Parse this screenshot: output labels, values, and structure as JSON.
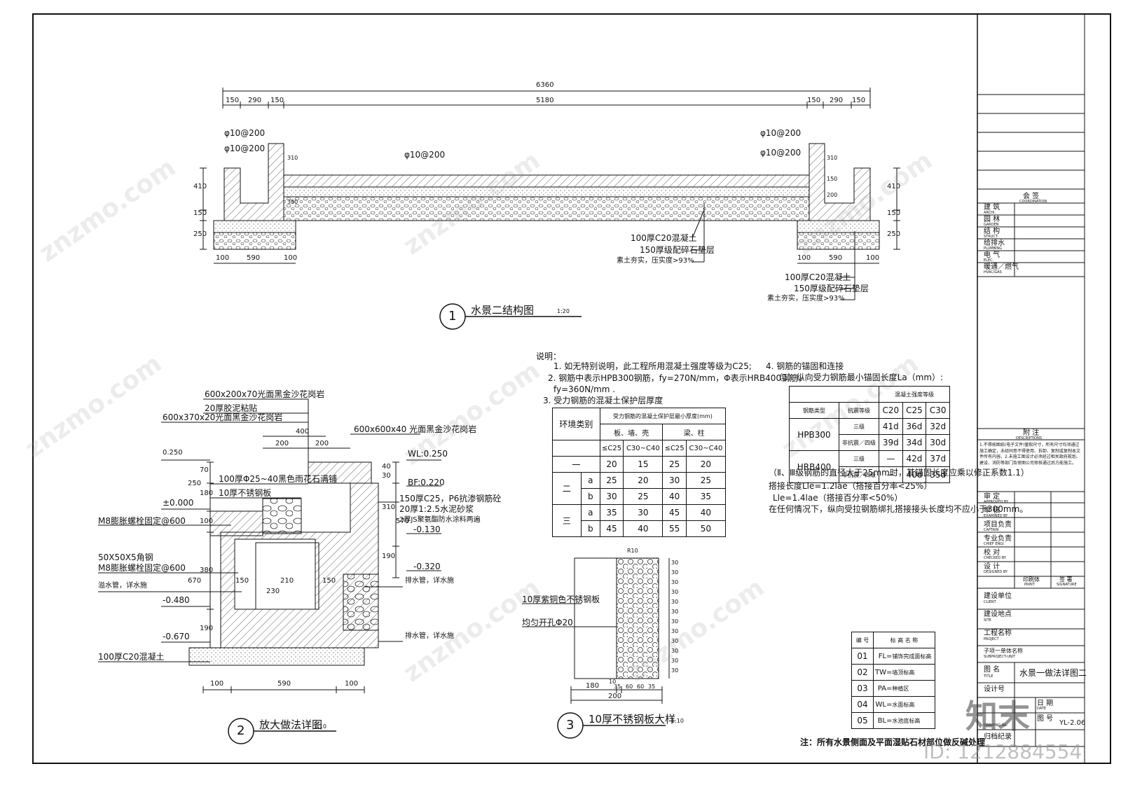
{
  "detail1": {
    "dims_top_total": "6360",
    "dims_top": [
      "150",
      "290",
      "150",
      "5180",
      "150",
      "290",
      "150"
    ],
    "rebar_labels": [
      "φ10@200",
      "φ10@200",
      "φ10@200",
      "φ10@200",
      "φ10@200"
    ],
    "left_vert_dims": [
      "410",
      "150",
      "250"
    ],
    "right_vert_dims": [
      "410",
      "150",
      "250"
    ],
    "inner_dims": [
      "310",
      "150",
      "200",
      "350"
    ],
    "bottom_dims_left": [
      "100",
      "590",
      "100"
    ],
    "bottom_dims_right": [
      "100",
      "590",
      "100"
    ],
    "layers": [
      "100厚C20混凝土",
      "150厚级配碎石垫层",
      "素土夯实，压实度>93%"
    ],
    "number": "1",
    "title": "水景二结构图",
    "scale": "1:20"
  },
  "notes": {
    "heading": "说明：",
    "lines": [
      "1. 如无特别说明，此工程所用混凝土强度等级为C25;",
      "2. 钢筋中表示HPB300钢筋，fy=270N/mm，Φ表示HRB400钢筋，",
      "fy=360N/mm .",
      "3. 受力钢筋的混凝土保护层厚度"
    ],
    "cover_table": {
      "caption": "受力钢筋的混凝土保护层最小厚度(mm)",
      "col_env": "环境类别",
      "group1": "板、墙、壳",
      "group2": "梁、柱",
      "sub": [
        "≤C25",
        "C30~C40",
        "≤C25",
        "C30~C40"
      ],
      "rows": [
        {
          "c1": "一",
          "c2": "",
          "v": [
            "20",
            "15",
            "25",
            "20"
          ]
        },
        {
          "c1": "二",
          "c2": "a",
          "v": [
            "25",
            "20",
            "30",
            "25"
          ]
        },
        {
          "c1": "",
          "c2": "b",
          "v": [
            "30",
            "25",
            "40",
            "35"
          ]
        },
        {
          "c1": "三",
          "c2": "a",
          "v": [
            "35",
            "30",
            "45",
            "40"
          ]
        },
        {
          "c1": "",
          "c2": "b",
          "v": [
            "45",
            "40",
            "55",
            "50"
          ]
        }
      ]
    },
    "item4": "4. 钢筋的锚固和连接",
    "item4_1": "（1）纵向受力钢筋最小锚固长度La（mm）:",
    "anchor_table": {
      "caption": "混凝土强度等级",
      "h1": "钢筋类型",
      "h2": "抗震等级",
      "grades": [
        "C20",
        "C25",
        "C30"
      ],
      "rows": [
        {
          "type": "HPB300",
          "level": "三级",
          "v": [
            "41d",
            "36d",
            "32d"
          ]
        },
        {
          "type": "",
          "level": "非抗震／四级",
          "v": [
            "39d",
            "34d",
            "30d"
          ]
        },
        {
          "type": "HRB400",
          "level": "三级",
          "v": [
            "—",
            "42d",
            "37d"
          ]
        },
        {
          "type": "",
          "level": "非抗震／四级",
          "v": [
            "—",
            "40d",
            "35d"
          ]
        }
      ]
    },
    "extra": [
      "（Ⅱ、Ⅲ级钢筋的直径大于25mm时，其锚固长度应乘以修正系数1.1）",
      "搭接长度Lle=1.2lae（搭接百分率<25%）",
      "Lle=1.4lae（搭接百分率<50%）",
      "在任何情况下，纵向受拉钢筋绑扎搭接接头长度均不应小于300mm。"
    ]
  },
  "detail2": {
    "labels": [
      "600x200x70光面黑金沙花岗岩",
      "20厚胶泥粘贴",
      "600x370x20光面黑金沙花岗岩",
      "600x600x40 光面黑金沙花岗岩",
      "100厚Φ25~40黑色雨花石满铺",
      "10厚不锈钢板",
      "M8膨胀螺栓固定@600",
      "50X50X5角钢",
      "M8膨胀螺栓固定@600",
      "溢水管，详水施",
      "100厚C20混凝土",
      "150厚C25，P6抗渗钢筋砼",
      "20厚1:2.5水泥砂浆",
      "2厚JS聚氨酯防水涂料两遍",
      "排水管，详水施",
      "排水管，详水施"
    ],
    "levels": [
      "0.250",
      "±0.000",
      "-0.480",
      "-0.670",
      "WL:0.250",
      "BF:0.220",
      "-0.130",
      "-0.320"
    ],
    "dims_top": [
      "400",
      "200",
      "200"
    ],
    "vert_left": [
      "70",
      "180",
      "250",
      "100",
      "380",
      "670",
      "190"
    ],
    "vert_right": [
      "40",
      "30",
      "310",
      "570",
      "190"
    ],
    "inner": [
      "150",
      "210",
      "150",
      "230"
    ],
    "bottom": [
      "100",
      "590",
      "100"
    ],
    "number": "2",
    "title": "放大做法详图",
    "scale": "1:10"
  },
  "detail3": {
    "labels": [
      "10厚紫铜色不锈钢板",
      "均匀开孔Φ20"
    ],
    "radius": "R10",
    "side_dims": [
      "30",
      "30",
      "30",
      "30",
      "30",
      "30",
      "30",
      "30",
      "30",
      "30",
      "30",
      "30"
    ],
    "bottom_dims": [
      "180",
      "10",
      "35",
      "60",
      "60",
      "35",
      "200"
    ],
    "number": "3",
    "title": "10厚不锈钢板大样",
    "scale": "1:10"
  },
  "legend": {
    "h1": "编 号",
    "h2": "标 高 名 称",
    "rows": [
      {
        "no": "01",
        "code": "FL=",
        "name": "铺饰完成面标高"
      },
      {
        "no": "02",
        "code": "TW=",
        "name": "墙顶标高"
      },
      {
        "no": "03",
        "code": "PA=",
        "name": "种植区"
      },
      {
        "no": "04",
        "code": "WL=",
        "name": "水面标高"
      },
      {
        "no": "05",
        "code": "BL=",
        "name": "水池底标高"
      }
    ]
  },
  "footnote": "注：所有水景侧面及平面湿贴石材部位做反碱处理",
  "titleblock": {
    "cosign": "会 签",
    "cosign_en": "COORDINATION",
    "disciplines": [
      {
        "cn": "建 筑",
        "en": "ARCHI."
      },
      {
        "cn": "园 林",
        "en": "GARDEN"
      },
      {
        "cn": "结 构",
        "en": "STRUCT."
      },
      {
        "cn": "给排水",
        "en": "PLUMBING"
      },
      {
        "cn": "电 气",
        "en": "ELEC."
      },
      {
        "cn": "暖通／燃气",
        "en": "HVAC/GAS"
      }
    ],
    "notes_cn": "附 注",
    "notes_en": "DESCRIPTIONS",
    "notes_text": "1.不得按图纸(电子文件)量取尺寸，所有尺寸均须通过施工确定，未经同意不得使用、拆卸、复制或复制本文件所有内容。2.未施工图设计必须经过相关政府规划、建设、消防等部门及审图公司审核通过后方能施工。",
    "roles": [
      {
        "cn": "审 定",
        "en": "APPROVED BY"
      },
      {
        "cn": "审 核",
        "en": "EXAMINED BY"
      },
      {
        "cn": "项目负责",
        "en": "CAPTAIN"
      },
      {
        "cn": "专业负责",
        "en": "CHIEF ENGI."
      },
      {
        "cn": "校 对",
        "en": "CHECKED BY"
      },
      {
        "cn": "设 计",
        "en": "DESIGNED BY"
      }
    ],
    "print_cn": "印刷体",
    "print_en": "PRINT",
    "sign_cn": "签 署",
    "sign_en": "SIGNATURE",
    "client_cn": "建设单位",
    "client_en": "CLIENT",
    "site_cn": "建设地点",
    "site_en": "SITE",
    "project_cn": "工程名称",
    "project_en": "PROJECT",
    "sub_cn": "子项一单体名称",
    "sub_en": "SUBPROJECT-UNIT",
    "drawing_cn": "图 名",
    "drawing_en": "TITLE",
    "drawing_title": "水景一做法详图二",
    "design_no": "设计号",
    "date_cn": "日 期",
    "date_en": "DATE",
    "drawing_no_cn": "图 号",
    "drawing_no_en": "DRAWING No.",
    "drawing_no": "YL-2.06",
    "archive": "归档纪录"
  },
  "watermark": {
    "text": "znzmo.com",
    "brand": "知末",
    "id": "ID: 1212884554"
  }
}
